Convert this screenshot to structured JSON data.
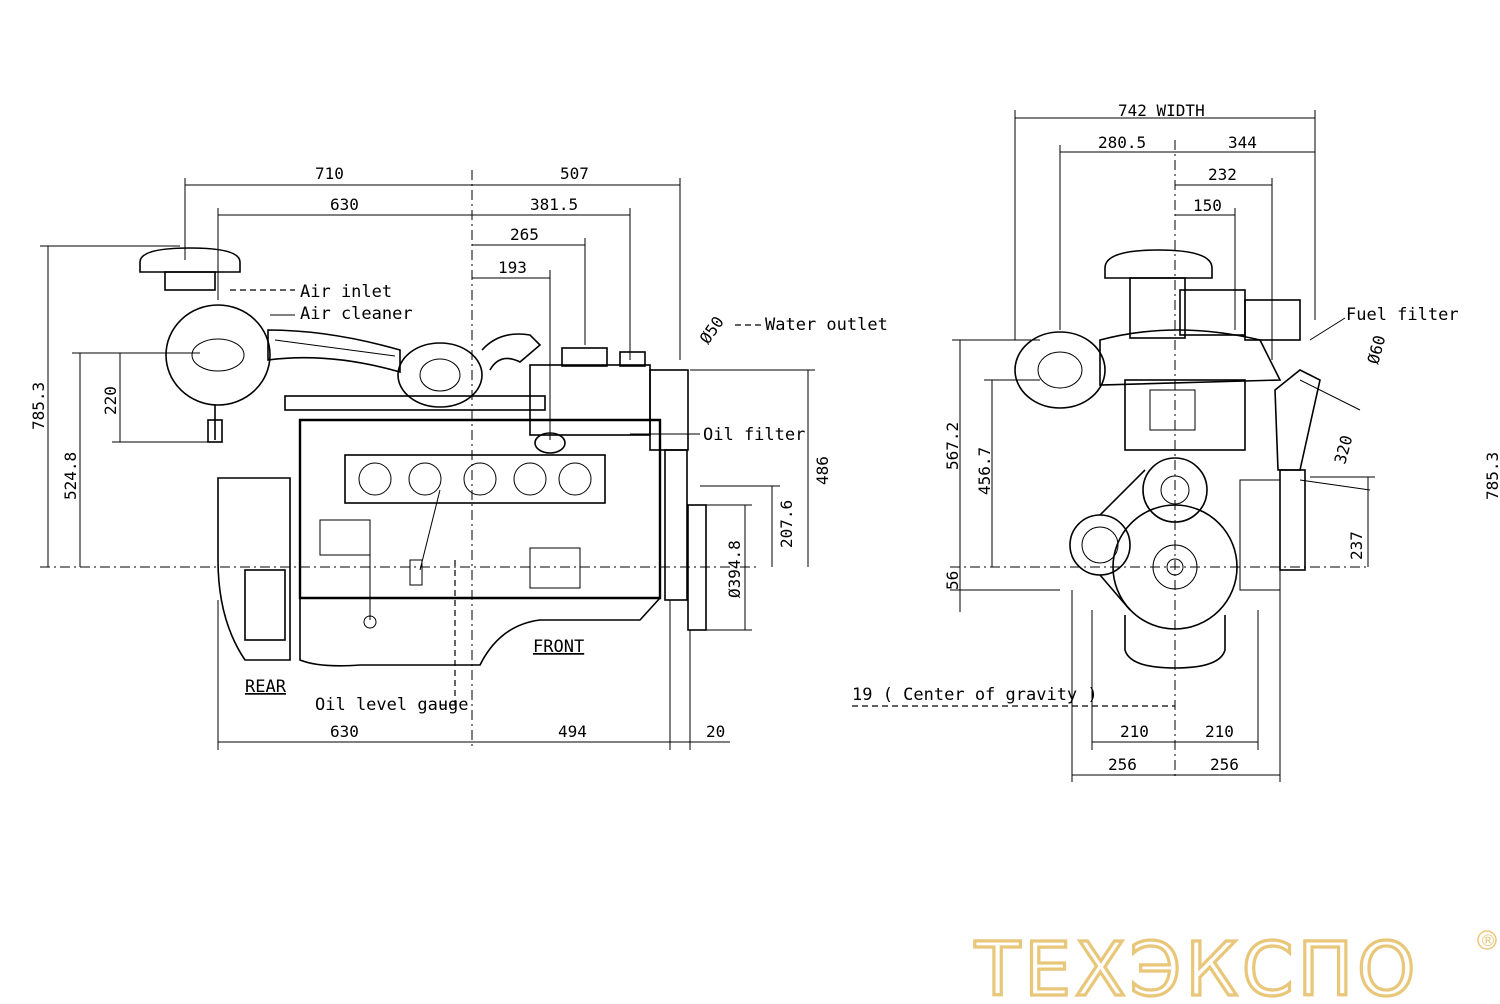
{
  "side_view": {
    "dims_top": [
      "710",
      "507",
      "630",
      "381.5",
      "265",
      "193"
    ],
    "dims_left": [
      "785.3",
      "524.8",
      "220"
    ],
    "dims_right": [
      "486",
      "207.6",
      "Ø394.8"
    ],
    "dims_bottom": [
      "630",
      "494",
      "20"
    ],
    "label_air_inlet": "Air inlet",
    "label_air_cleaner": "Air cleaner",
    "label_water_outlet": "Water outlet",
    "label_water_outlet_dia": "Ø50",
    "label_oil_filter": "Oil filter",
    "label_oil_level_gauge": "Oil level gauge",
    "label_front": "FRONT",
    "label_rear": "REAR"
  },
  "front_view": {
    "dims_top": [
      "742 WIDTH",
      "280.5",
      "344",
      "232",
      "150"
    ],
    "dims_left": [
      "567.2",
      "456.7",
      "56"
    ],
    "dims_right": [
      "237",
      "320",
      "Ø60"
    ],
    "dims_bottom": [
      "210",
      "210",
      "256",
      "256"
    ],
    "label_fuel_filter": "Fuel filter",
    "label_center_of_gravity": "19 ( Center of gravity )",
    "label_edge": "785.3"
  },
  "watermark": {
    "text": "ТЕХЭКСПО",
    "registered": "®",
    "color": "#e9c77a"
  }
}
